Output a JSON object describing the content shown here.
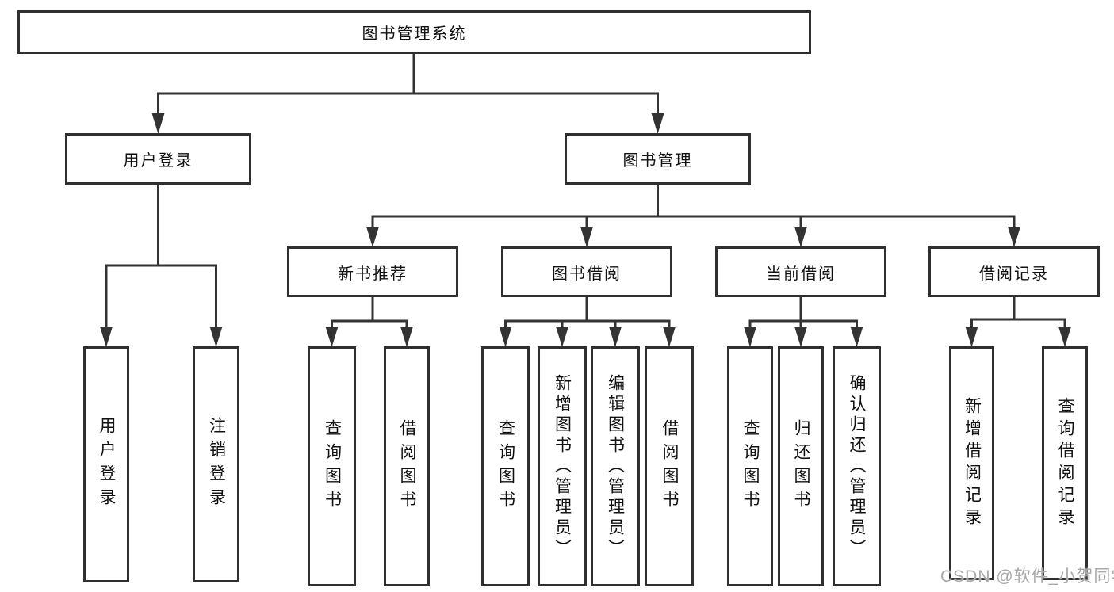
{
  "diagram": {
    "root": {
      "label": "图书管理系统"
    },
    "branches": [
      {
        "label": "用户登录",
        "children": [
          {
            "label": "用户登录"
          },
          {
            "label": "注销登录"
          }
        ]
      },
      {
        "label": "图书管理",
        "children": [
          {
            "label": "新书推荐",
            "children": [
              {
                "label": "查询图书"
              },
              {
                "label": "借阅图书"
              }
            ]
          },
          {
            "label": "图书借阅",
            "children": [
              {
                "label": "查询图书"
              },
              {
                "label": "新增图书（管理员）"
              },
              {
                "label": "编辑图书（管理员）"
              },
              {
                "label": "借阅图书"
              }
            ]
          },
          {
            "label": "当前借阅",
            "children": [
              {
                "label": "查询图书"
              },
              {
                "label": "归还图书"
              },
              {
                "label": "确认归还（管理员）"
              }
            ]
          },
          {
            "label": "借阅记录",
            "children": [
              {
                "label": "新增借阅记录"
              },
              {
                "label": "查询借阅记录"
              }
            ]
          }
        ]
      }
    ]
  },
  "watermark": {
    "text": "CSDN @软件_小贺同学"
  },
  "colors": {
    "line": "#333333",
    "box_border": "#2f2f2f",
    "text": "#111111",
    "watermark": "#a8a8a8",
    "background": "#ffffff"
  }
}
